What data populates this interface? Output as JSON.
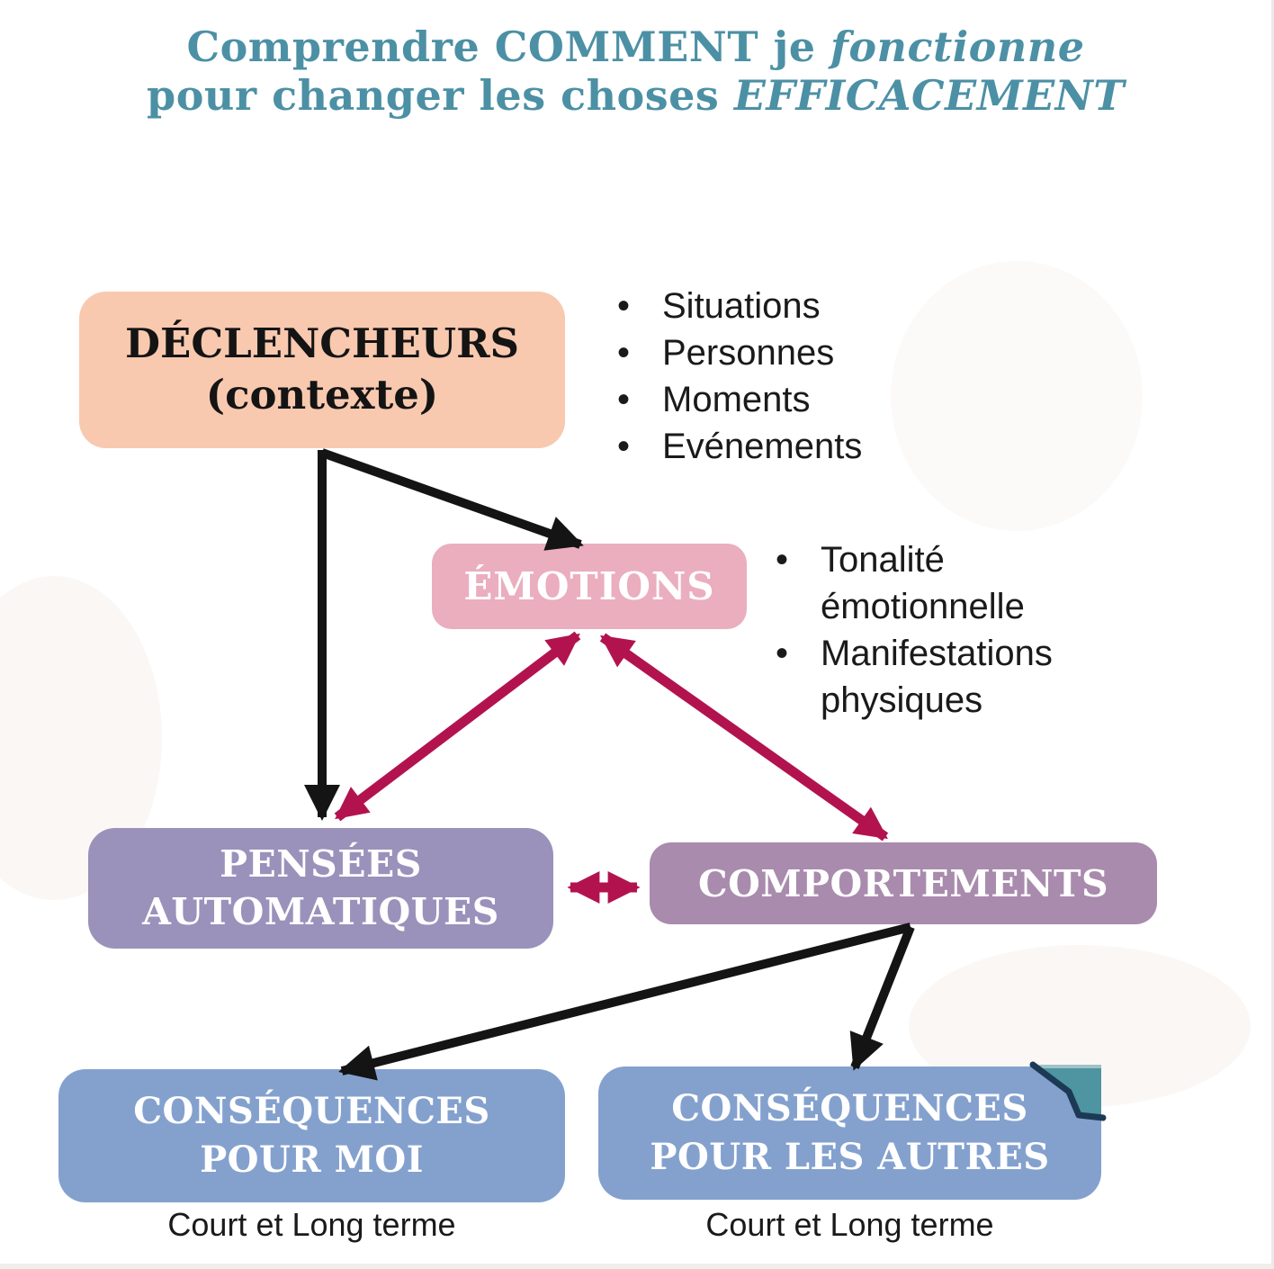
{
  "title": {
    "line1": {
      "normal": "Comprendre COMMENT je ",
      "italic": "fonctionne"
    },
    "line2": {
      "normal": "pour changer les choses ",
      "italic": "EFFICACEMENT"
    },
    "color": "#4C90A5"
  },
  "boxes": {
    "declencheurs": {
      "line1": "DÉCLENCHEURS",
      "line2": "(contexte)",
      "bg": "#F8C9AF",
      "text_color": "#141414"
    },
    "emotions": {
      "label": "ÉMOTIONS",
      "bg": "#EAAEBF",
      "text_color": "#FFFFFF"
    },
    "pensees": {
      "line1": "PENSÉES",
      "line2": "AUTOMATIQUES",
      "bg": "#9A92BB",
      "text_color": "#FFFFFF"
    },
    "comportements": {
      "label": "COMPORTEMENTS",
      "bg": "#A98BAD",
      "text_color": "#FFFFFF"
    },
    "consequences_moi": {
      "line1": "CONSÉQUENCES",
      "line2": "POUR MOI",
      "bg": "#84A1CE",
      "text_color": "#FFFFFF"
    },
    "consequences_autres": {
      "line1": "CONSÉQUENCES",
      "line2": "POUR LES AUTRES",
      "bg": "#84A1CE",
      "text_color": "#FFFFFF"
    }
  },
  "bullets": {
    "declencheurs": [
      "Situations",
      "Personnes",
      "Moments",
      "Evénements"
    ],
    "emotions": [
      "Tonalité émotionnelle",
      "Manifestations physiques"
    ]
  },
  "captions": {
    "moi": "Court et Long terme",
    "autres": "Court et Long terme"
  },
  "colors": {
    "black_arrow": "#141414",
    "crimson_arrow": "#B2134F",
    "teal_shape": "#4E94A1",
    "teal_shape_outline": "#1C3A55",
    "teal_shape_highlight": "#9DC3C8"
  }
}
